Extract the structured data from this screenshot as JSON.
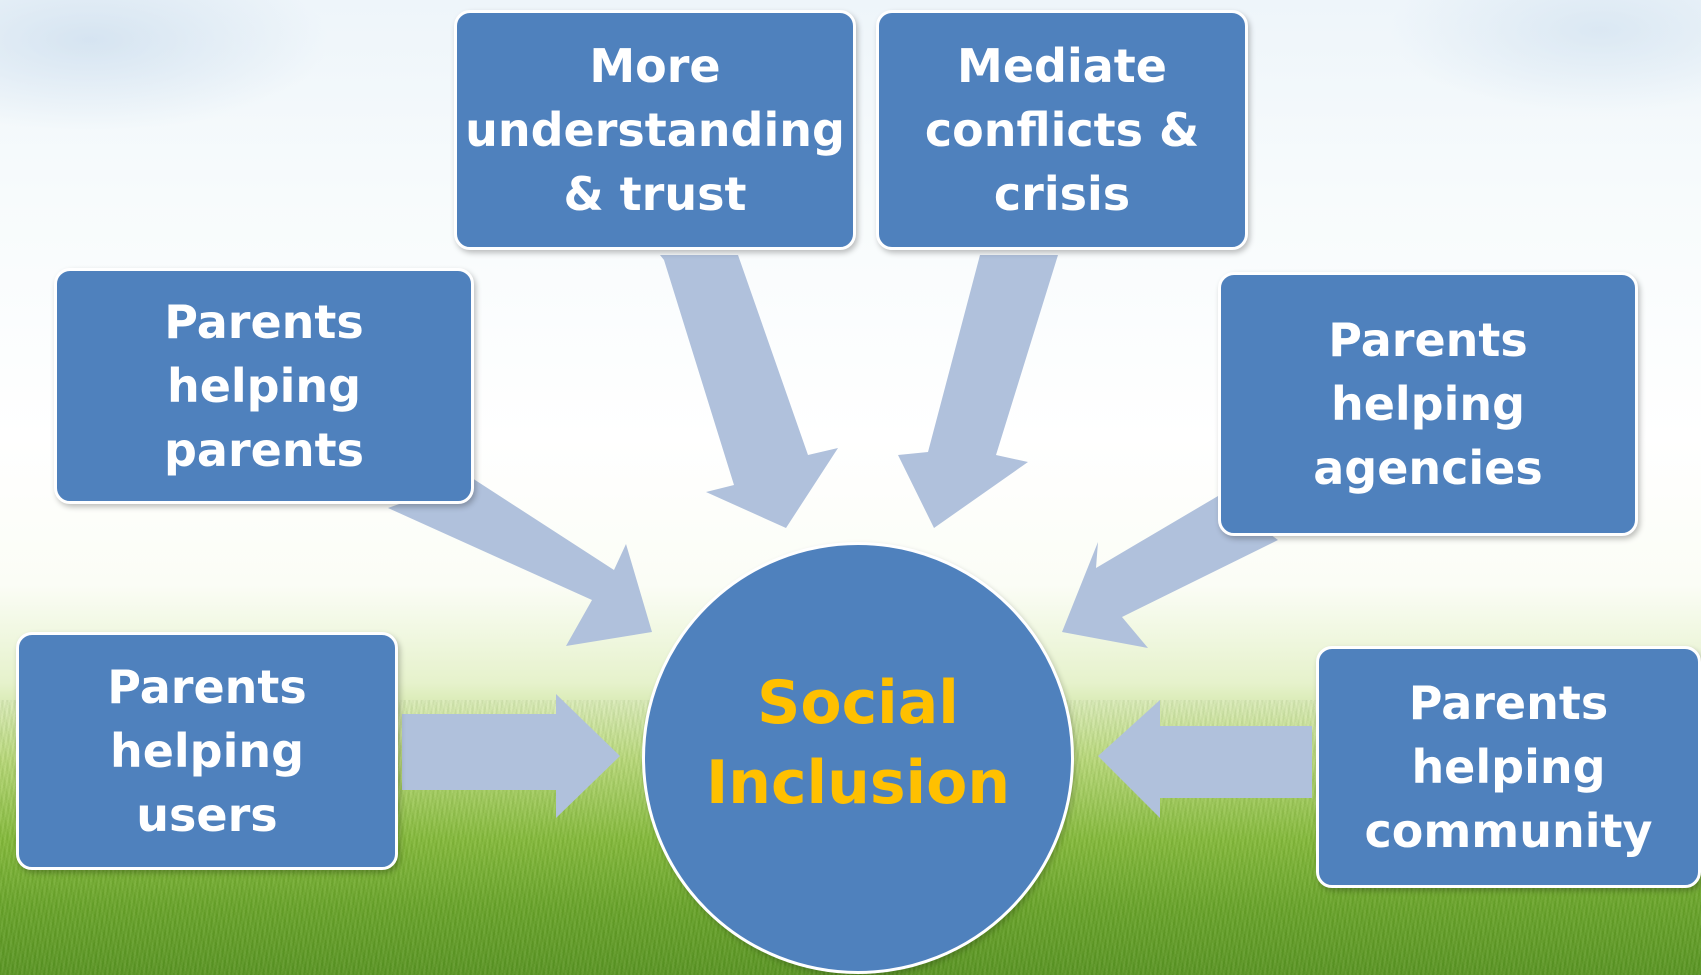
{
  "colors": {
    "box_fill": "#4f81bd",
    "arrow_fill": "#b0c1dc",
    "center_text": "#ffc000",
    "box_text": "#ffffff"
  },
  "center": {
    "label": "Social\nInclusion"
  },
  "nodes": [
    {
      "id": "understanding",
      "label": "More\nunderstanding\n& trust"
    },
    {
      "id": "mediate",
      "label": "Mediate\nconflicts &\ncrisis"
    },
    {
      "id": "helping-parents",
      "label": "Parents helping\nparents"
    },
    {
      "id": "helping-agencies",
      "label": "Parents helping\nagencies"
    },
    {
      "id": "helping-users",
      "label": "Parents\nhelping users"
    },
    {
      "id": "helping-community",
      "label": "Parents\nhelping\ncommunity"
    }
  ]
}
